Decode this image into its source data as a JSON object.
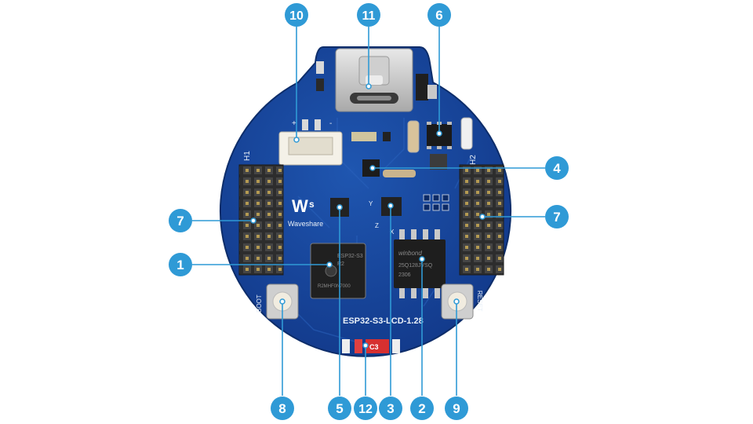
{
  "board": {
    "model_label": "ESP32-S3-LCD-1.28",
    "brand": "Waveshare",
    "boot_label": "BOOT",
    "reset_label": "RESET",
    "header_left_label": "H1",
    "header_right_label": "H2",
    "chip_mark": "ESP32-S3",
    "chip_line2": "R2",
    "chip_line3": "R2MHF0N7000",
    "flash_brand": "winbond",
    "flash_line": "25Q128JVSQ",
    "flash_line2": "2306",
    "c3_label": "C3",
    "plus_label": "+",
    "minus_label": "-",
    "axis_y": "Y",
    "axis_z": "Z",
    "axis_x": "X"
  },
  "callouts": [
    {
      "id": "10",
      "label": "10"
    },
    {
      "id": "11",
      "label": "11"
    },
    {
      "id": "6",
      "label": "6"
    },
    {
      "id": "4",
      "label": "4"
    },
    {
      "id": "7L",
      "label": "7"
    },
    {
      "id": "7R",
      "label": "7"
    },
    {
      "id": "1",
      "label": "1"
    },
    {
      "id": "8",
      "label": "8"
    },
    {
      "id": "5",
      "label": "5"
    },
    {
      "id": "12",
      "label": "12"
    },
    {
      "id": "3",
      "label": "3"
    },
    {
      "id": "2",
      "label": "2"
    },
    {
      "id": "9",
      "label": "9"
    }
  ],
  "colors": {
    "callout": "#2f9ad6",
    "leader": "#2f9ad6",
    "pcb": "#17469b",
    "pcb_dark": "#10357a"
  }
}
